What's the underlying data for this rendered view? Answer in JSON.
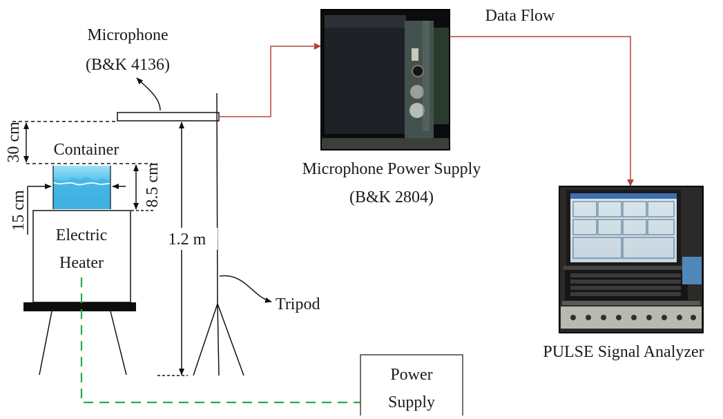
{
  "labels": {
    "microphone_name": "Microphone",
    "microphone_model": "(B&K 4136)",
    "data_flow": "Data Flow",
    "container": "Container",
    "heater_line1": "Electric",
    "heater_line2": "Heater",
    "tripod": "Tripod",
    "power_supply_line1": "Power",
    "power_supply_line2": "Supply",
    "mic_power_supply_name": "Microphone Power Supply",
    "mic_power_supply_model": "(B&K 2804)",
    "analyzer_name": "PULSE Signal Analyzer",
    "dim_mic_to_container": "30 cm",
    "dim_water_height": "8.5 cm",
    "dim_container_height": "15 cm",
    "dim_mic_height": "1.2 m"
  },
  "colors": {
    "data_flow_line": "#b5403a",
    "power_line": "#2aa84a",
    "stroke": "#111111",
    "water": "#5ec8ee"
  }
}
